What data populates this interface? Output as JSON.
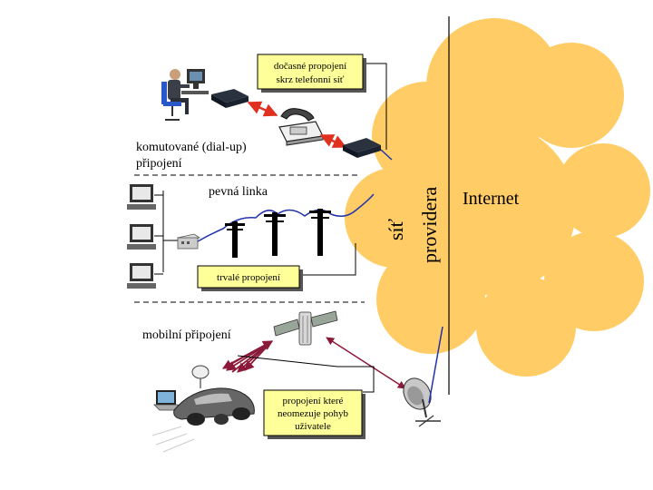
{
  "labels": {
    "dialup_section": [
      "komutované (dial-up)",
      "připojení"
    ],
    "leased_line": "pevná linka",
    "mobile_section": "mobilní připojení",
    "provider": [
      "síť",
      "providera"
    ],
    "internet": "Internet"
  },
  "notes": {
    "temporary": [
      "dočasné propojení",
      "skrz telefonní síť"
    ],
    "permanent": "trvalé propojení",
    "mobile": [
      "propojení které",
      "neomezuje pohyb",
      "uživatele"
    ]
  },
  "colors": {
    "cloud": "#FFCC66",
    "note_fill": "#FFFF99",
    "link_red": "#E03020",
    "link_maroon": "#8B1A3A",
    "line_blue": "#2233AA",
    "modem": "#1A2230"
  },
  "icons": [
    "user-at-computer-icon",
    "modem-icon",
    "telephone-icon",
    "computer-icon",
    "network-terminal-icon",
    "utility-pole-icon",
    "satellite-icon",
    "car-with-laptop-icon",
    "satellite-dish-icon"
  ]
}
